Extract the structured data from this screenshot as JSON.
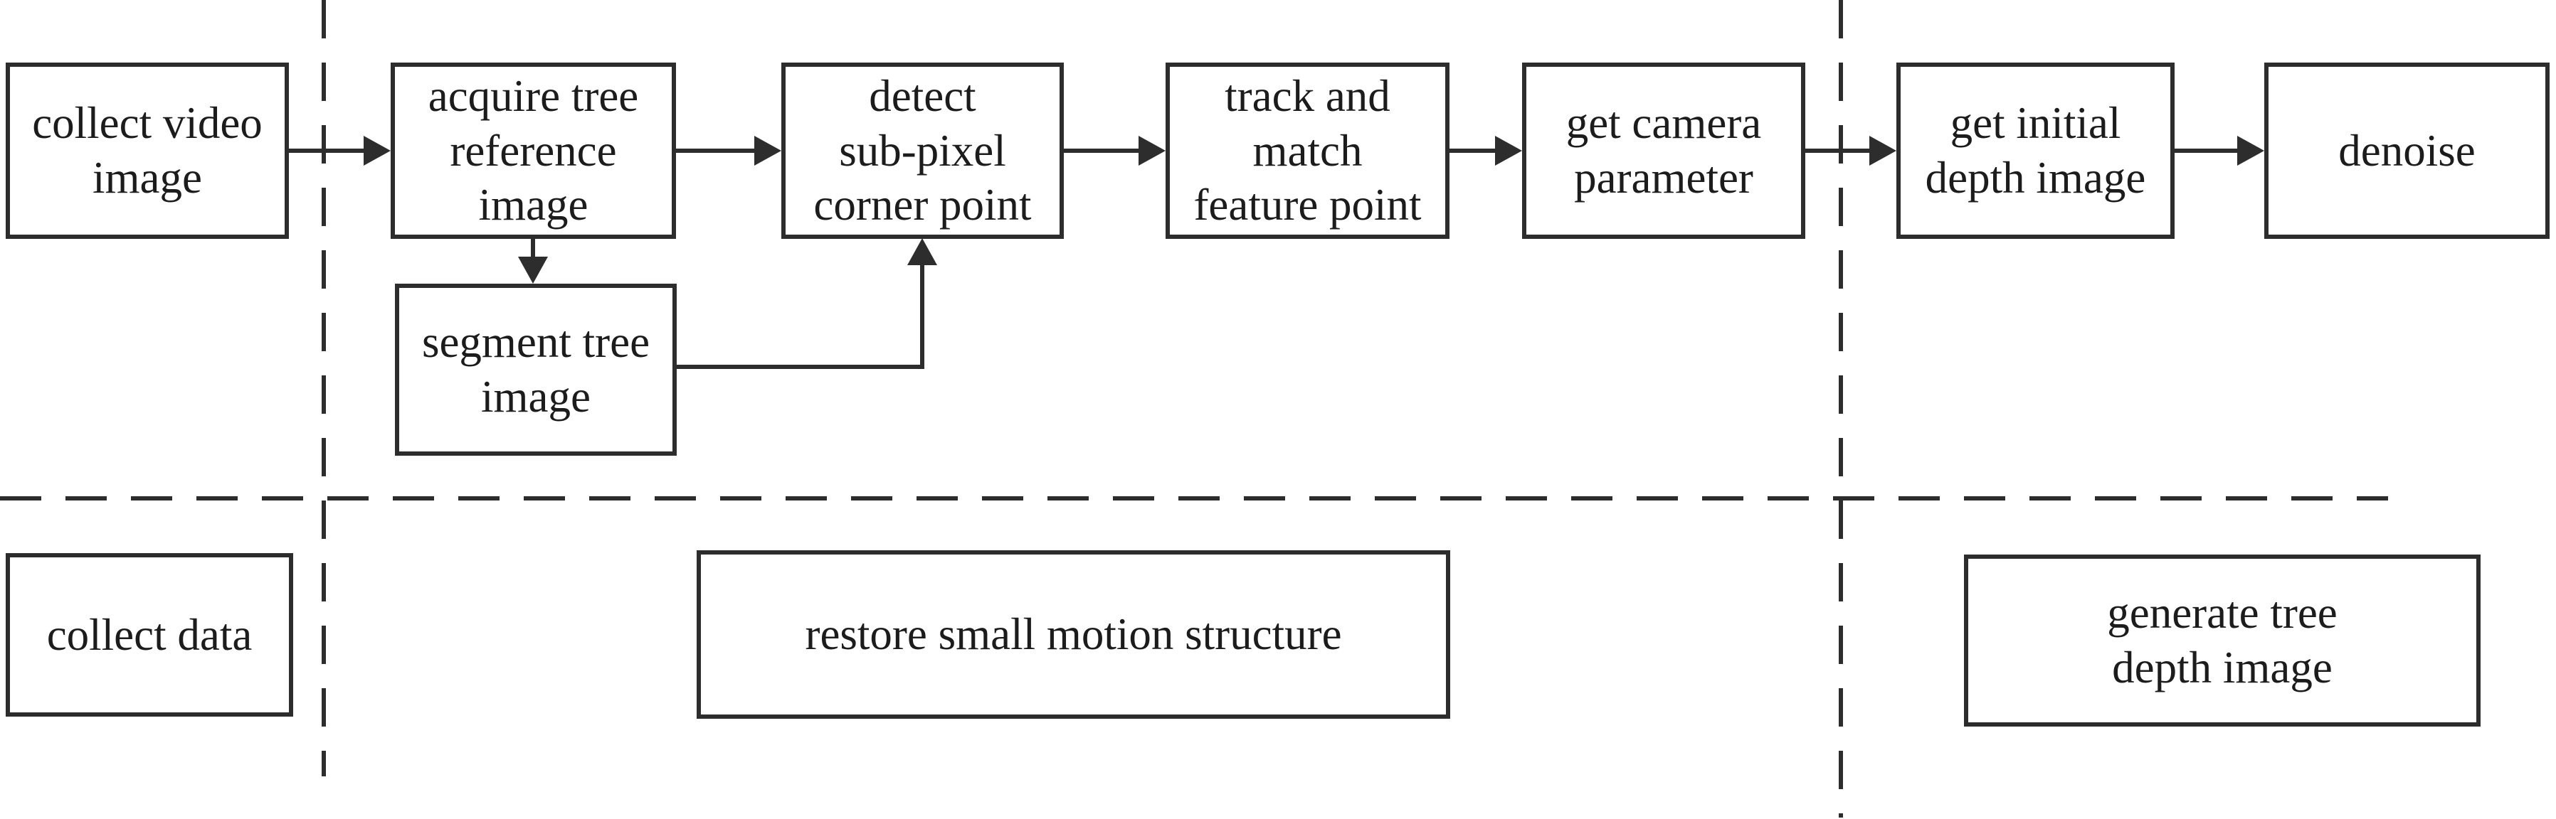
{
  "figure": {
    "type": "flowchart",
    "background": "#ffffff",
    "line_color": "#2d2d2d",
    "text_color": "#1c1c1c"
  },
  "nodes": {
    "collect_video": {
      "label": "collect video\nimage"
    },
    "acquire_reference": {
      "label": "acquire tree\nreference\nimage"
    },
    "segment_tree": {
      "label": "segment tree\nimage"
    },
    "detect_corner": {
      "label": "detect\nsub-pixel\ncorner point"
    },
    "track_match": {
      "label": "track and\nmatch\nfeature point"
    },
    "camera_parameter": {
      "label": "get camera\nparameter"
    },
    "initial_depth": {
      "label": "get initial\ndepth image"
    },
    "denoise": {
      "label": "denoise"
    }
  },
  "stages": {
    "collect_data": {
      "label": "collect data"
    },
    "restore_small_motion": {
      "label": "restore small motion structure"
    },
    "generate_tree_depth": {
      "label": "generate tree\ndepth image"
    }
  }
}
